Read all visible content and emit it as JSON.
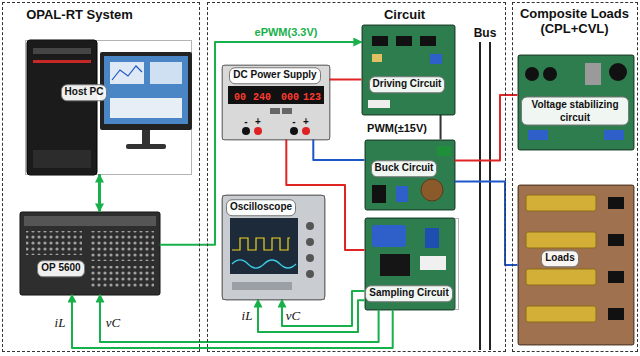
{
  "diagram": {
    "nodes": [
      {
        "text": [
          "OPAL-RT System"
        ]
      },
      {
        "text": [
          "Circuit"
        ]
      },
      {
        "text": [
          "Composite Loads (CPL+CVL)"
        ]
      },
      {
        "text": [
          "Host PC"
        ],
        "in": 0
      },
      {
        "text": [
          "OP 5600"
        ],
        "in": 0
      },
      {
        "text": [
          "DC Power Supply"
        ],
        "in": 1
      },
      {
        "text": [
          "Oscilloscope"
        ],
        "in": 1
      },
      {
        "text": [
          "Driving Circuit"
        ],
        "in": 1
      },
      {
        "text": [
          "Buck Circuit"
        ],
        "in": 1
      },
      {
        "text": [
          "Sampling Circuit"
        ],
        "in": 1
      },
      {
        "text": [
          "Voltage stabilizing circuit"
        ],
        "in": 2
      },
      {
        "text": [
          "Loads"
        ],
        "in": 2
      }
    ],
    "edges": [
      {
        "from": 3,
        "to": 4,
        "arrow": "both"
      },
      {
        "from": 4,
        "to": 7,
        "label": "ePWM(3.3V)",
        "arrow": "to"
      },
      {
        "from": 7,
        "to": 8,
        "label": "PWM(±15V)",
        "arrow": "none"
      },
      {
        "from": 5,
        "to": 7,
        "arrow": "none"
      },
      {
        "from": 5,
        "to": 8,
        "arrow": "none"
      },
      {
        "from": 5,
        "to": 9,
        "arrow": "none"
      },
      {
        "from": 8,
        "to": 10,
        "arrow": "none"
      },
      {
        "from": 8,
        "to": 11,
        "arrow": "none"
      },
      {
        "from": 9,
        "to": 6,
        "label": "iL",
        "arrow": "to"
      },
      {
        "from": 9,
        "to": 6,
        "label": "vC",
        "arrow": "to"
      },
      {
        "from": 9,
        "to": 4,
        "label": "iL",
        "arrow": "to"
      },
      {
        "from": 9,
        "to": 4,
        "label": "vC",
        "arrow": "to"
      }
    ],
    "labels": [
      "Bus",
      "00",
      "240",
      "000",
      "123",
      "-",
      "+",
      "-",
      "+"
    ]
  }
}
